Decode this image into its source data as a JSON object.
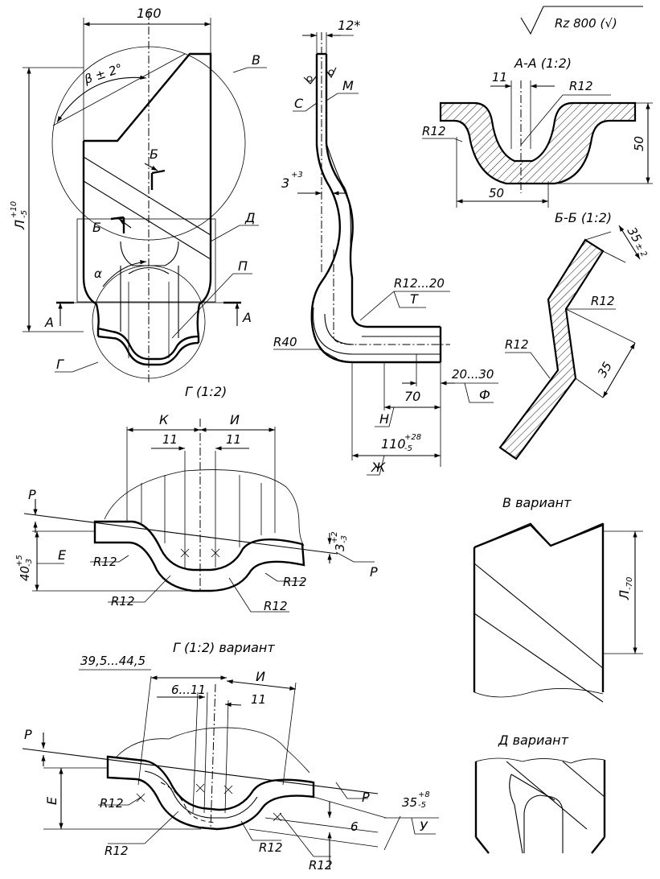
{
  "roughness": "Rz 800 (√)",
  "views": {
    "main": {
      "dim_width": "160",
      "angle_beta": "β ± 2°",
      "length_base": "Л",
      "length_tol_upper": "+10",
      "length_tol_lower": "-5",
      "label_B": "В",
      "label_D": "Д",
      "label_P": "П",
      "label_G": "Г",
      "label_alpha": "α",
      "section_BB_mark": "Б",
      "section_AA_mark": "А"
    },
    "side": {
      "dim_thickness": "12*",
      "label_S": "С",
      "label_M": "М",
      "dim_offset_base": "3",
      "dim_offset_tol": "+3",
      "radius_top": "R12...20",
      "label_T": "Т",
      "radius_bottom": "R40",
      "dim_F": "20...30",
      "label_F": "Ф",
      "dim_70": "70",
      "label_N": "Н",
      "dim_110_base": "110",
      "dim_110_upper": "+28",
      "dim_110_lower": "-5",
      "label_Zh": "Ж"
    },
    "section_AA": {
      "title": "А-А (1:2)",
      "dim_11": "11",
      "radius_1": "R12",
      "radius_2": "R12",
      "dim_width": "50",
      "dim_height": "50"
    },
    "section_BB": {
      "title": "Б-Б (1:2)",
      "dim_top_base": "35",
      "dim_top_tol": "± 2",
      "radius_1": "R12",
      "radius_2": "R12",
      "dim_35": "35"
    },
    "detail_G": {
      "title": "Г (1:2)",
      "label_K": "К",
      "label_I": "И",
      "dim_11_left": "11",
      "dim_11_right": "11",
      "label_R_left": "Р",
      "label_R_right": "Р",
      "dim_40_base": "40",
      "dim_40_upper": "+5",
      "dim_40_lower": "-3",
      "label_E": "Е",
      "dim_3_base": "3",
      "dim_3_upper": "+2",
      "dim_3_lower": "-3",
      "radii": [
        "R12",
        "R12",
        "R12",
        "R12"
      ]
    },
    "variant_V": {
      "title": "В вариант",
      "length": "Л",
      "length_sub": "-70"
    },
    "detail_G_variant": {
      "title": "Г (1:2) вариант",
      "dim_range": "39,5...44,5",
      "label_I": "И",
      "dim_6_11": "6...11",
      "dim_11": "11",
      "label_R_left": "Р",
      "label_R_right": "Р",
      "label_E": "Е",
      "dim_35_base": "35",
      "dim_35_upper": "+8",
      "dim_35_lower": "-5",
      "label_U": "У",
      "dim_6": "6",
      "radii": [
        "R12",
        "R12",
        "R12",
        "R12"
      ]
    },
    "variant_D": {
      "title": "Д вариант"
    }
  }
}
